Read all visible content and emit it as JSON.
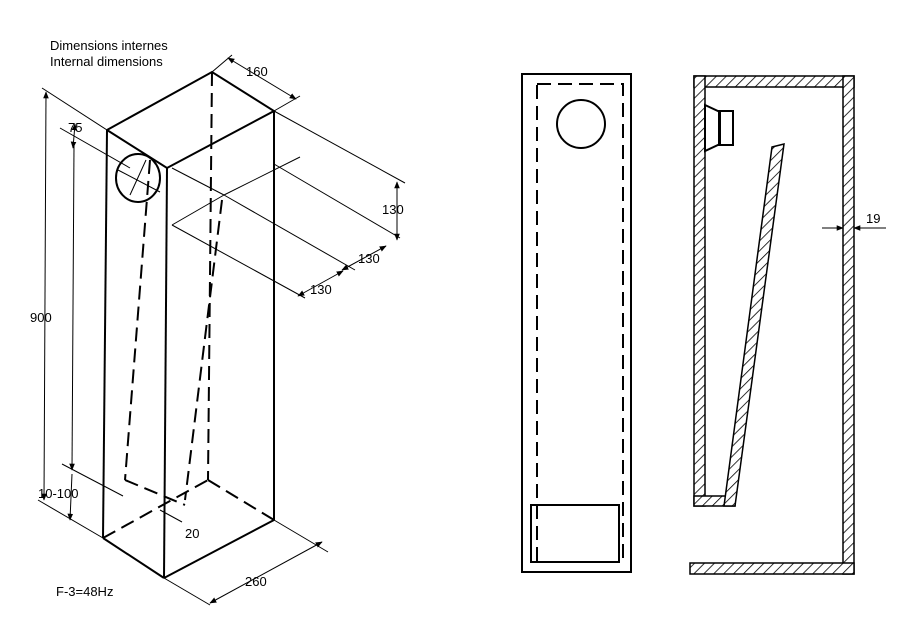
{
  "title": {
    "line1": "Dimensions internes",
    "line2": "Internal dimensions"
  },
  "dimensions": {
    "depth": "160",
    "driver_offset": "75",
    "height": "900",
    "port_height": "130",
    "port_depth_a": "130",
    "port_depth_b": "130",
    "baffle_gap": "10-100",
    "bottom_gap": "20",
    "width": "260",
    "wall_thickness": "19"
  },
  "note": "F-3=48Hz"
}
